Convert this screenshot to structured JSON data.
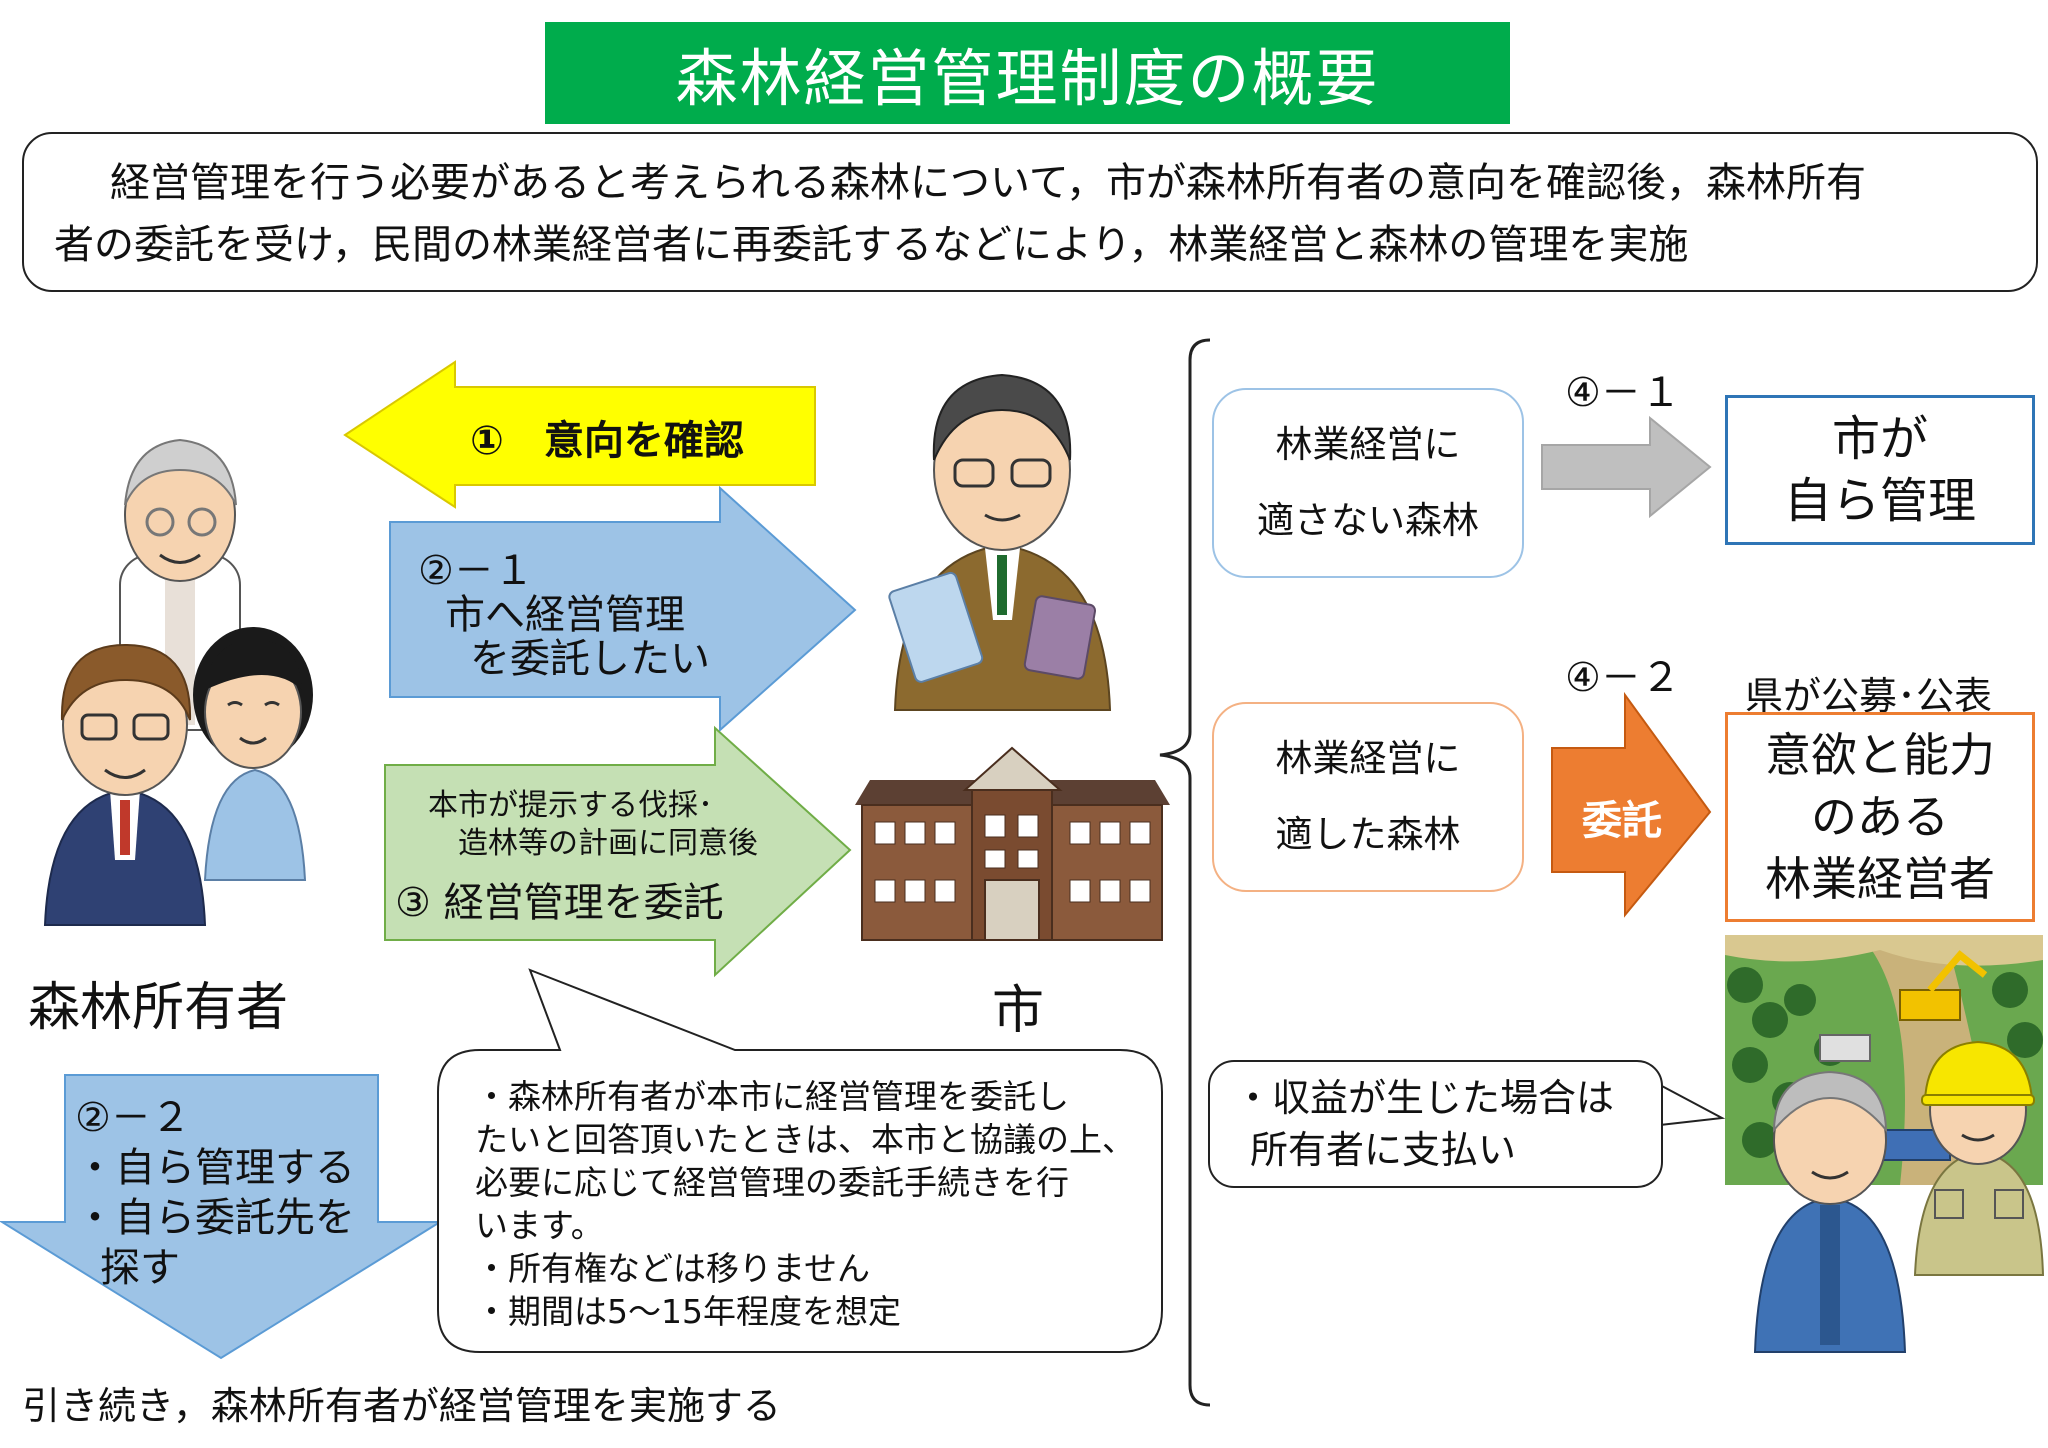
{
  "title": "森林経営管理制度の概要",
  "summary": {
    "line1": "経営管理を行う必要があると考えられる森林について，市が森林所有者の意向を確認後，森林所有",
    "line2": "者の委託を受け，民間の林業経営者に再委託するなどにより，林業経営と森林の管理を実施"
  },
  "actors": {
    "owner_label": "森林所有者",
    "city_label": "市"
  },
  "steps": {
    "step1": "①　意向を確認",
    "step2_1": {
      "number": "②－１",
      "line1": "市へ経営管理",
      "line2": "を委託したい"
    },
    "step3": {
      "line1": "本市が提示する伐採･",
      "line2": "造林等の計画に同意後",
      "line3": "③ 経営管理を委託"
    },
    "step2_2": {
      "number": "②－２",
      "line1": "・自ら管理する",
      "line2": "・自ら委託先を",
      "line3": "探す"
    },
    "continue_text": "引き続き，森林所有者が経営管理を実施する"
  },
  "callout": {
    "line1": "・森林所有者が本市に経営管理を委託し",
    "line2": "たいと回答頂いたときは、本市と協議の上、",
    "line3": "必要に応じて経営管理の委託手続きを行",
    "line4": "います。",
    "line5": "・所有権などは移りません",
    "line6": "・期間は5～15年程度を想定"
  },
  "branches": {
    "unsuitable": {
      "line1": "林業経営に",
      "line2": "適さない森林",
      "step": "④－１",
      "result_line1": "市が",
      "result_line2": "自ら管理"
    },
    "suitable": {
      "line1": "林業経営に",
      "line2": "適した森林",
      "step": "④－２",
      "arrow_label": "委託",
      "header": "県が公募･公表",
      "result_line1": "意欲と能力",
      "result_line2": "のある",
      "result_line3": "林業経営者"
    }
  },
  "profit_note": {
    "line1": "・収益が生じた場合は",
    "line2": "所有者に支払い"
  },
  "colors": {
    "title_bg": "#00ac4c",
    "step1_arrow": "#ffff00",
    "step2_arrow": "#9dc3e6",
    "step3_arrow": "#c5e0b4",
    "step4_1_arrow": "#bfbfbf",
    "step4_2_arrow": "#ed7d31",
    "blue_border": "#2e75b6",
    "orange_border": "#ed7d31"
  },
  "icons": [
    "elderly-man-icon",
    "young-man-icon",
    "young-woman-icon",
    "city-official-icon",
    "city-hall-building-icon",
    "forestry-site-icon",
    "forest-worker-icon",
    "hardhat-worker-icon"
  ]
}
